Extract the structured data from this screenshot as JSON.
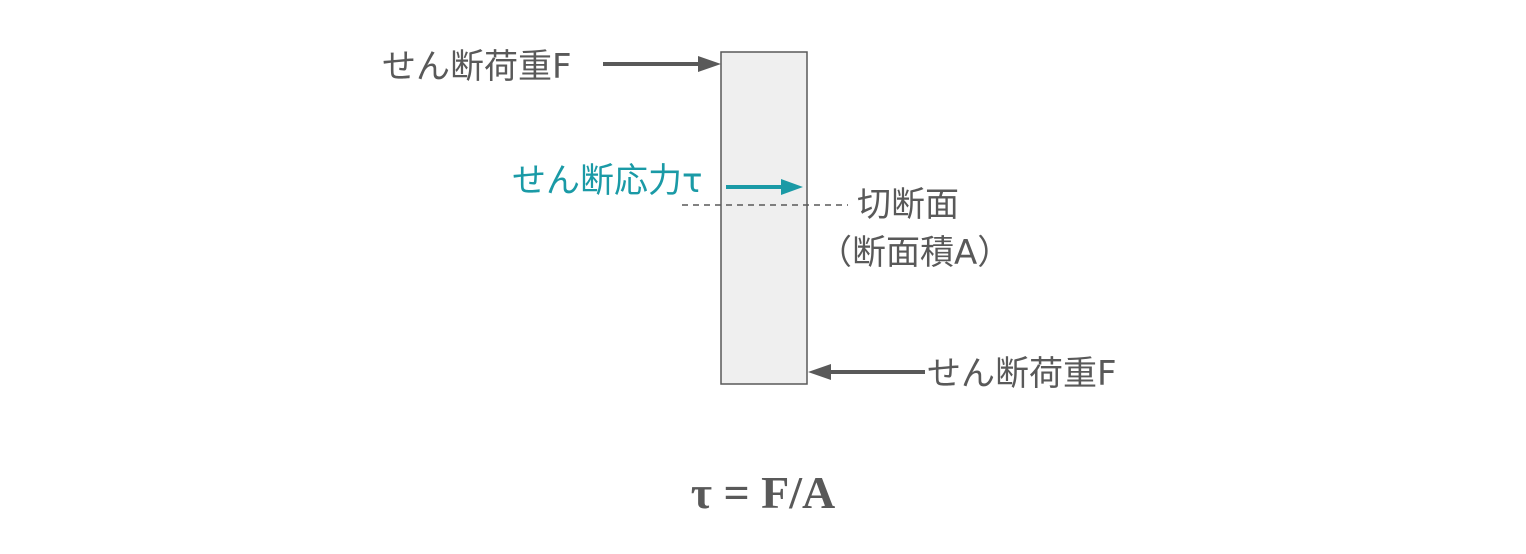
{
  "labels": {
    "load_top": "せん断荷重F",
    "load_bottom": "せん断荷重F",
    "stress": "せん断応力τ",
    "section": "切断面",
    "section_area": "（断面積A）",
    "formula": "τ = F/A"
  },
  "colors": {
    "text": "#595959",
    "accent": "#1a9aa6",
    "bar_fill": "#efefef",
    "bar_stroke": "#595959"
  }
}
